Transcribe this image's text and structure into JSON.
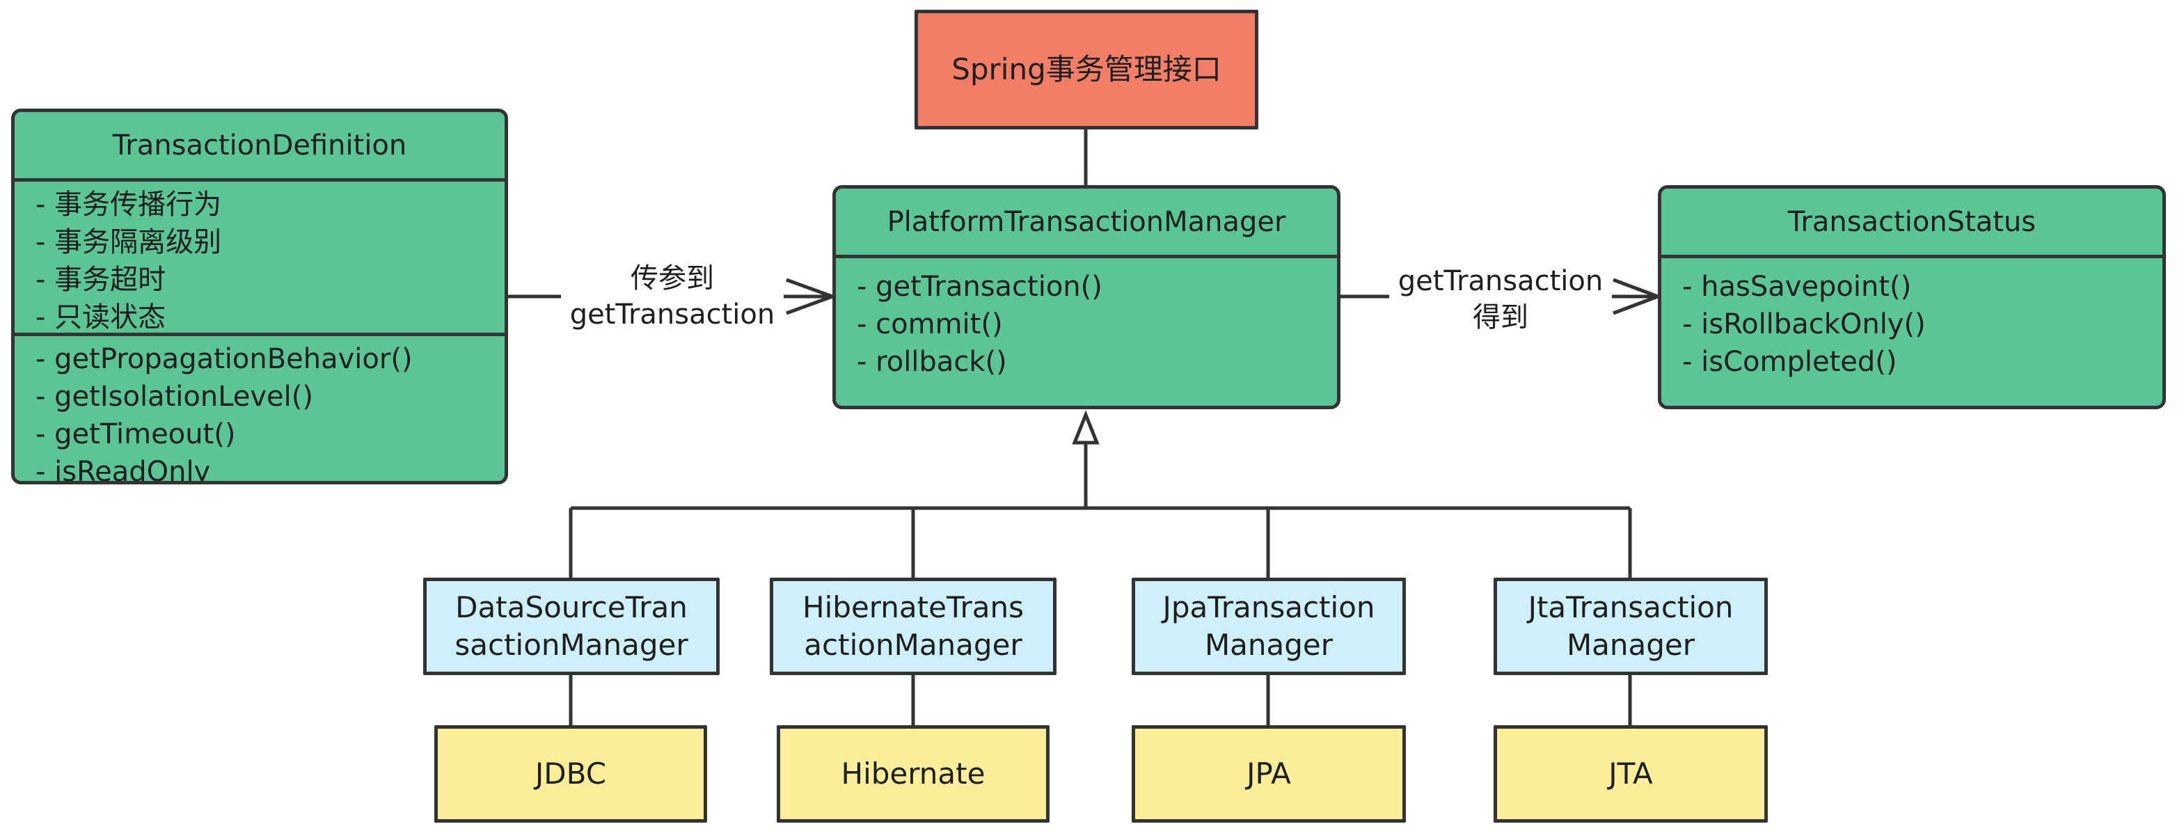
{
  "top_interface": {
    "label": "Spring事务管理接口"
  },
  "transaction_definition": {
    "title": "TransactionDefinition",
    "attributes": [
      "- 事务传播行为",
      "- 事务隔离级别",
      "- 事务超时",
      "- 只读状态"
    ],
    "methods": [
      "- getPropagationBehavior()",
      "- getIsolationLevel()",
      "- getTimeout()",
      "- isReadOnly"
    ]
  },
  "platform_manager": {
    "title": "PlatformTransactionManager",
    "methods": [
      "- getTransaction()",
      "- commit()",
      "- rollback()"
    ]
  },
  "transaction_status": {
    "title": "TransactionStatus",
    "methods": [
      "- hasSavepoint()",
      "- isRollbackOnly()",
      "- isCompleted()"
    ]
  },
  "edges": {
    "left": {
      "line1": "传参到",
      "line2": "getTransaction"
    },
    "right": {
      "line1": "getTransaction",
      "line2": "得到"
    }
  },
  "implementations": [
    {
      "line1": "DataSourceTran",
      "line2": "sactionManager",
      "tech": "JDBC"
    },
    {
      "line1": "HibernateTrans",
      "line2": "actionManager",
      "tech": "Hibernate"
    },
    {
      "line1": "JpaTransaction",
      "line2": "Manager",
      "tech": "JPA"
    },
    {
      "line1": "JtaTransaction",
      "line2": "Manager",
      "tech": "JTA"
    }
  ],
  "colors": {
    "green": "#5bc596",
    "red": "#f27e68",
    "blue": "#cdf0fb",
    "yellow": "#fbee9a",
    "border": "#333333"
  }
}
